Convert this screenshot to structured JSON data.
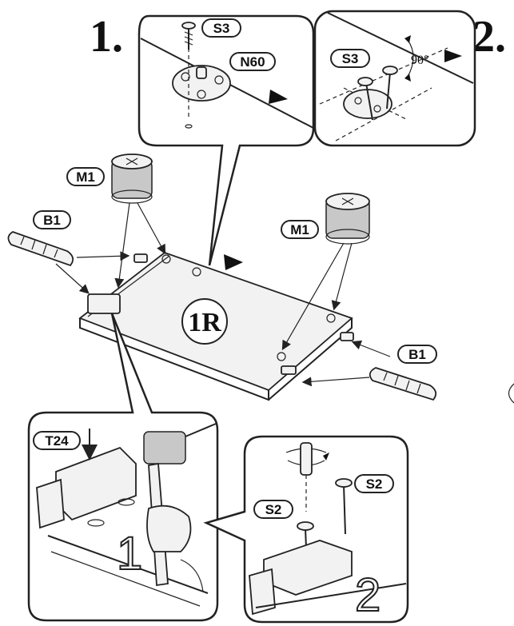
{
  "steps": {
    "step1": "1.",
    "step2": "2."
  },
  "labels": {
    "s3_a": "S3",
    "n60": "N60",
    "s3_b": "S3",
    "angle": "90°",
    "m1_left": "M1",
    "b1_left": "B1",
    "m1_right": "M1",
    "b1_right": "B1",
    "panel": "1R",
    "t24": "T24",
    "s2_left": "S2",
    "s2_right": "S2",
    "sub1": "1",
    "sub2": "2"
  }
}
